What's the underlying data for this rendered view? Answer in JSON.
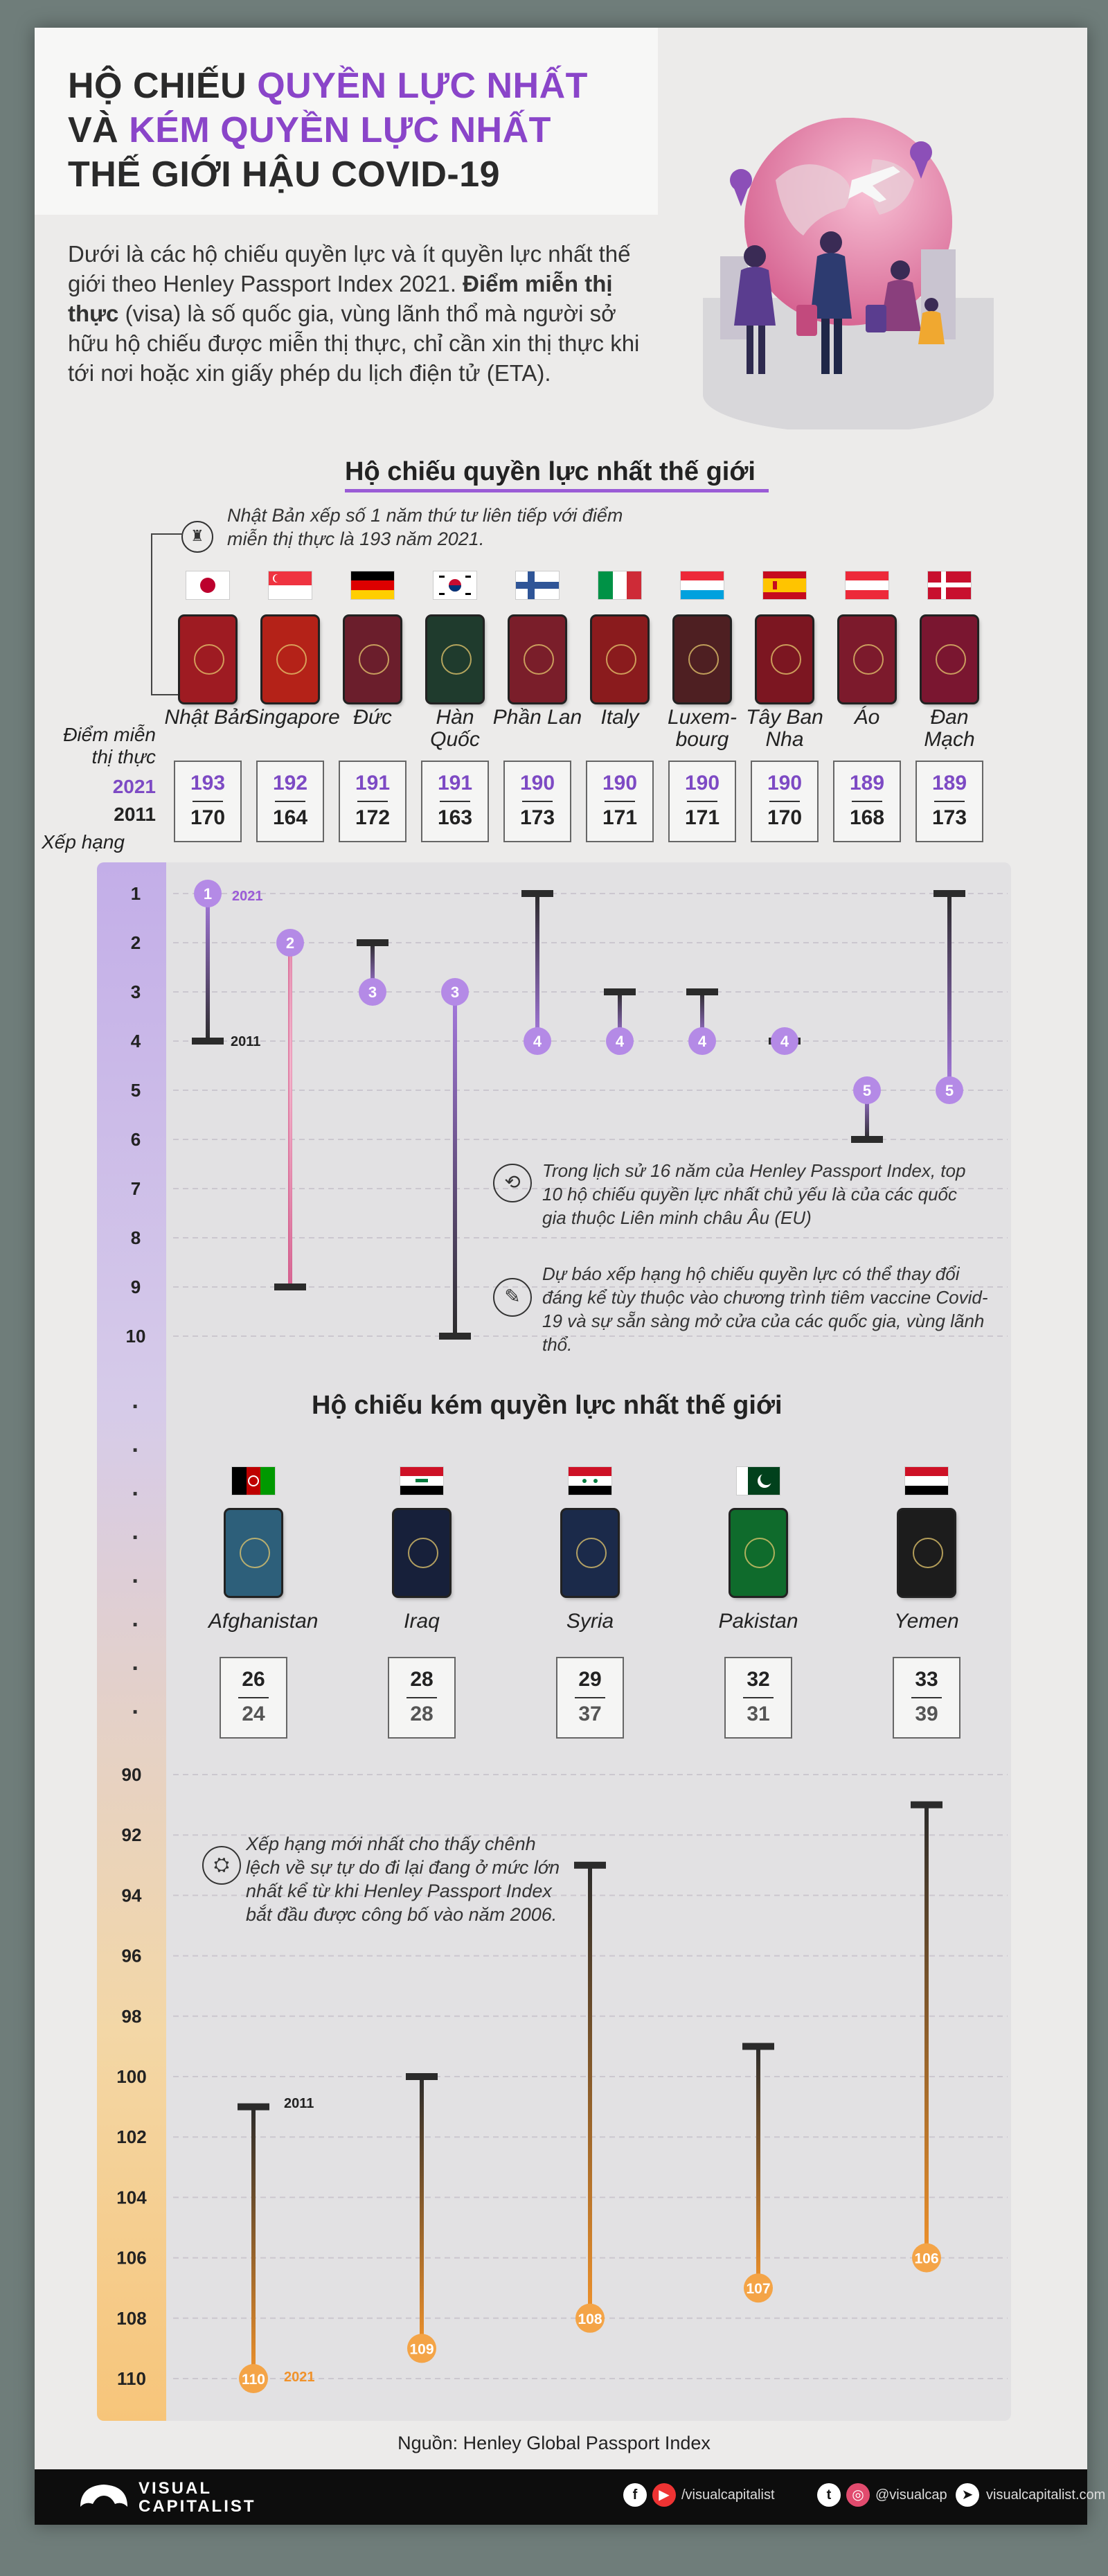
{
  "title": {
    "line1a": "HỘ CHIẾU ",
    "line1b": "QUYỀN LỰC NHẤT",
    "line2a": "VÀ ",
    "line2b": "KÉM QUYỀN LỰC NHẤT",
    "line3": "THẾ GIỚI HẬU COVID-19"
  },
  "intro": {
    "p1": "Dưới là các hộ chiếu quyền lực và ít quyền lực nhất thế giới theo Henley Passport Index 2021. ",
    "bold": "Điểm miễn thị thực",
    "p2": " (visa) là số quốc gia, vùng lãnh thổ mà người sở hữu hộ chiếu được miễn thị thực, chỉ cần xin thị thực khi tới nơi hoặc xin giấy phép du lịch điện tử (ETA)."
  },
  "strong_section": {
    "title": "Hộ chiếu quyền lực nhất thế giới",
    "japan_note": "Nhật Bản xếp số 1 năm thứ tư liên tiếp với điểm miễn thị thực là 193 năm 2021.",
    "label_score": "Điểm miễn thị thực",
    "label_2021": "2021",
    "label_2011": "2011",
    "label_rank": "Xếp hạng",
    "countries": [
      {
        "name": "Nhật Bản",
        "s2021": "193",
        "s2011": "170",
        "rank2021": "1",
        "flag": "japan",
        "color": "#9e1b22"
      },
      {
        "name": "Singapore",
        "s2021": "192",
        "s2011": "164",
        "rank2021": "2",
        "flag": "singapore",
        "color": "#b42218"
      },
      {
        "name": "Đức",
        "s2021": "191",
        "s2011": "172",
        "rank2021": "3",
        "flag": "germany",
        "color": "#6b1e2c"
      },
      {
        "name": "Hàn Quốc",
        "s2021": "191",
        "s2011": "163",
        "rank2021": "3",
        "flag": "korea",
        "color": "#1f3b2d"
      },
      {
        "name": "Phần Lan",
        "s2021": "190",
        "s2011": "173",
        "rank2021": "4",
        "flag": "finland",
        "color": "#7a1e2a"
      },
      {
        "name": "Italy",
        "s2021": "190",
        "s2011": "171",
        "rank2021": "4",
        "flag": "italy",
        "color": "#8a1b1d"
      },
      {
        "name": "Luxem-bourg",
        "s2021": "190",
        "s2011": "171",
        "rank2021": "4",
        "flag": "luxembourg",
        "color": "#4e1f22"
      },
      {
        "name": "Tây Ban Nha",
        "s2021": "190",
        "s2011": "170",
        "rank2021": "4",
        "flag": "spain",
        "color": "#7c1621"
      },
      {
        "name": "Áo",
        "s2021": "189",
        "s2011": "168",
        "rank2021": "5",
        "flag": "austria",
        "color": "#7c1a2c"
      },
      {
        "name": "Đan Mạch",
        "s2021": "189",
        "s2011": "173",
        "rank2021": "5",
        "flag": "denmark",
        "color": "#7a1630"
      }
    ],
    "ranks": {
      "2021": [
        1,
        2,
        3,
        3,
        4,
        4,
        4,
        4,
        5,
        5
      ],
      "2011": [
        4,
        9,
        2,
        10,
        1,
        3,
        3,
        4,
        6,
        1
      ]
    },
    "axis": [
      "1",
      "2",
      "3",
      "4",
      "5",
      "6",
      "7",
      "8",
      "9",
      "10"
    ],
    "year_2021": "2021",
    "year_2011": "2011",
    "note1": "Trong lịch sử 16 năm của Henley Passport Index, top 10 hộ chiếu quyền lực nhất chủ yếu là của các quốc gia thuộc Liên minh châu Âu (EU)",
    "note2": "Dự báo xếp hạng hộ chiếu quyền lực có thể thay đổi đáng kể tùy thuộc vào chương trình tiêm vaccine Covid-19 và sự sẵn sàng mở cửa của các quốc gia, vùng lãnh thổ."
  },
  "weak_section": {
    "title": "Hộ chiếu kém quyền lực nhất thế giới",
    "countries": [
      {
        "name": "Afghanistan",
        "s2021": "26",
        "s2011": "24",
        "rank2021": "110",
        "flag": "afghanistan",
        "color": "#2d5f7a"
      },
      {
        "name": "Iraq",
        "s2021": "28",
        "s2011": "28",
        "rank2021": "109",
        "flag": "iraq",
        "color": "#17203a"
      },
      {
        "name": "Syria",
        "s2021": "29",
        "s2011": "37",
        "rank2021": "108",
        "flag": "syria",
        "color": "#1b2a4a"
      },
      {
        "name": "Pakistan",
        "s2021": "32",
        "s2011": "31",
        "rank2021": "107",
        "flag": "pakistan",
        "color": "#0f6b2c"
      },
      {
        "name": "Yemen",
        "s2021": "33",
        "s2011": "39",
        "rank2021": "106",
        "flag": "yemen",
        "color": "#1c1c1c"
      }
    ],
    "ranks": {
      "2021": [
        110,
        109,
        108,
        107,
        106
      ],
      "2011": [
        101,
        100,
        93,
        99,
        91
      ]
    },
    "axis": [
      "90",
      "92",
      "94",
      "96",
      "98",
      "100",
      "102",
      "104",
      "106",
      "108",
      "110"
    ],
    "year_2021": "2021",
    "year_2011": "2011",
    "note": "Xếp hạng mới nhất cho thấy chênh lệch về sự tự do đi lại đang ở mức lớn nhất kể từ khi Henley Passport Index bắt đầu được công bố vào năm 2006."
  },
  "source": "Nguồn: Henley Global Passport Index",
  "footer": {
    "logo1": "VISUAL",
    "logo2": "CAPITALIST",
    "handle1": "/visualcapitalist",
    "handle2": "@visualcap",
    "site": "visualcapitalist.com"
  },
  "colors": {
    "accent_purple": "#8a45c9",
    "accent_orange": "#f0922b",
    "dark": "#2b2b2b"
  }
}
